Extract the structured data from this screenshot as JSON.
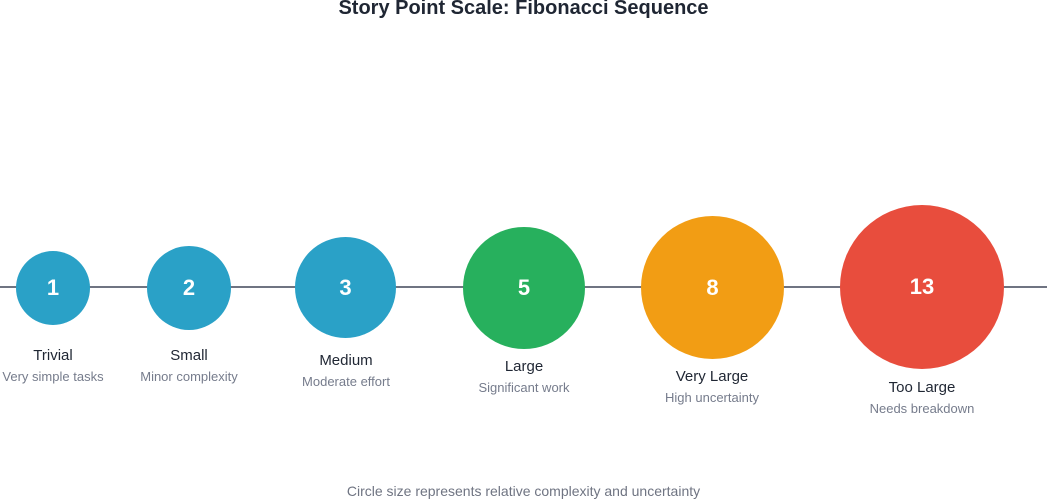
{
  "title": "Story Point Scale: Fibonacci Sequence",
  "footnote": "Circle size represents relative complexity and uncertainty",
  "points": [
    {
      "value": "1",
      "label": "Trivial",
      "description": "Very simple tasks",
      "color": "#2aa1c7"
    },
    {
      "value": "2",
      "label": "Small",
      "description": "Minor complexity",
      "color": "#2aa1c7"
    },
    {
      "value": "3",
      "label": "Medium",
      "description": "Moderate effort",
      "color": "#2aa1c7"
    },
    {
      "value": "5",
      "label": "Large",
      "description": "Significant work",
      "color": "#27b05d"
    },
    {
      "value": "8",
      "label": "Very Large",
      "description": "High uncertainty",
      "color": "#f29d14"
    },
    {
      "value": "13",
      "label": "Too Large",
      "description": "Needs breakdown",
      "color": "#e84d3d"
    }
  ]
}
